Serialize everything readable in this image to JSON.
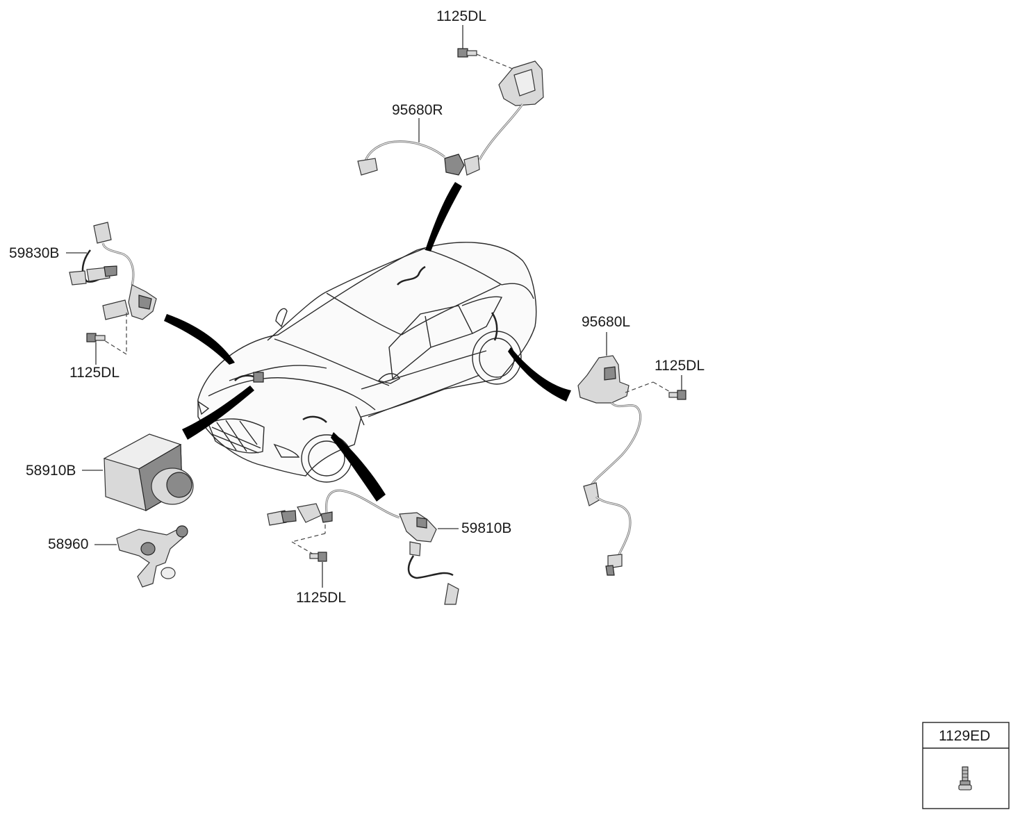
{
  "parts": {
    "bolt_top": "1125DL",
    "sensor_rear_right": "95680R",
    "sensor_front_left": "59830B",
    "bolt_front_left": "1125DL",
    "hydraulic_unit": "58910B",
    "bracket": "58960",
    "bolt_front_right": "1125DL",
    "sensor_front_right": "59810B",
    "sensor_rear_left": "95680L",
    "bolt_rear_left": "1125DL"
  },
  "legend": {
    "part_no": "1129ED",
    "icon": "bolt-icon"
  }
}
